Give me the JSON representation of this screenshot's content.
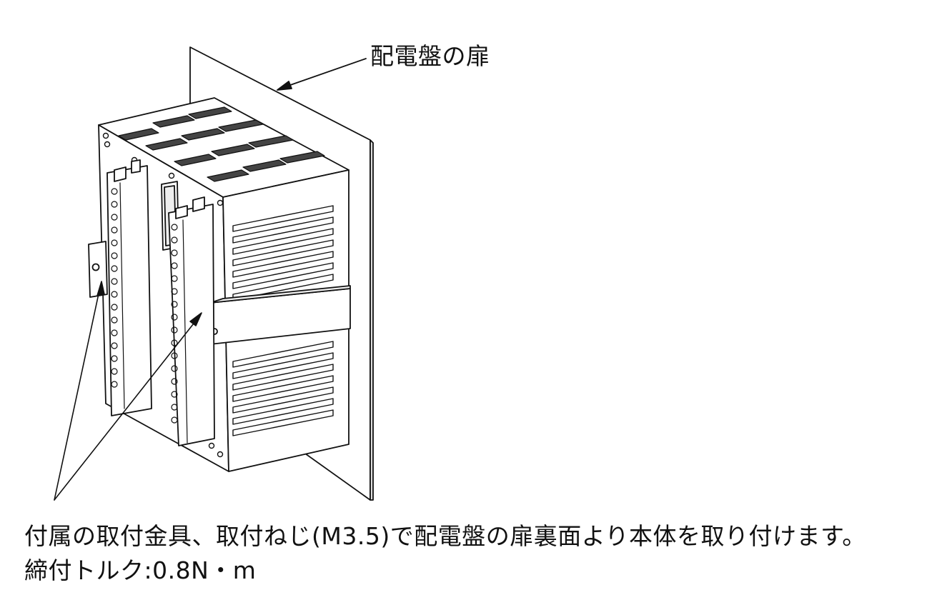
{
  "labels": {
    "door": "配電盤の扉"
  },
  "notes": {
    "line1": "付属の取付金具、取付ねじ(M3.5)で配電盤の扉裏面より本体を取り付けます。",
    "line2": "締付トルク:0.8N・m"
  },
  "colors": {
    "ink": "#111111",
    "paper": "#ffffff"
  }
}
